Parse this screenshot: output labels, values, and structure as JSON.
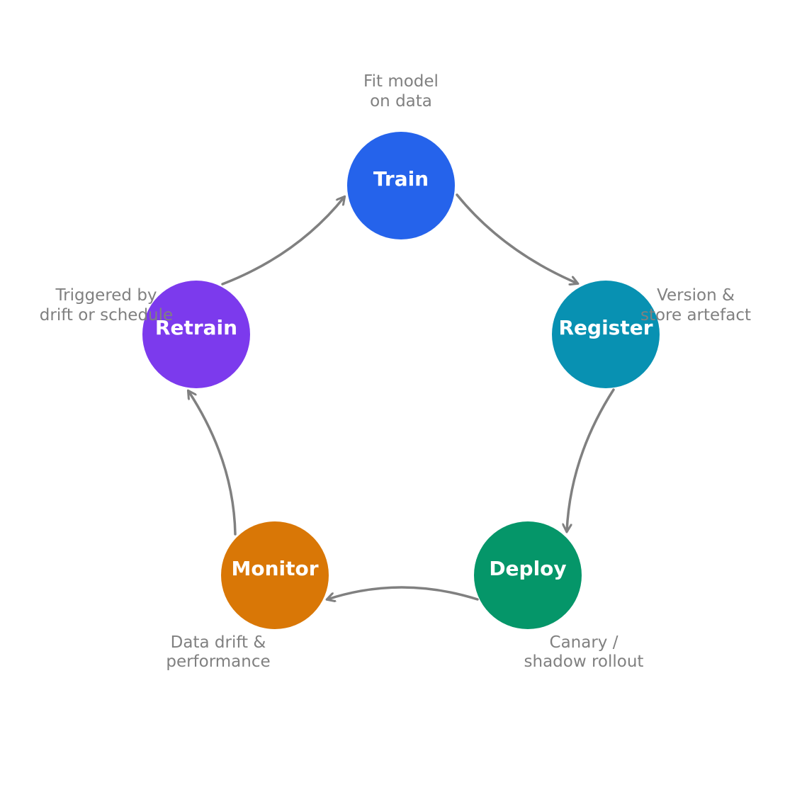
{
  "diagram": {
    "type": "cycle",
    "stroke_color": "#808080",
    "nodes": [
      {
        "id": "train",
        "label": "Train",
        "color": "#2563eb",
        "desc": [
          "Fit model",
          "on data"
        ]
      },
      {
        "id": "register",
        "label": "Register",
        "color": "#0891b2",
        "desc": [
          "Version &",
          "store artefact"
        ]
      },
      {
        "id": "deploy",
        "label": "Deploy",
        "color": "#059669",
        "desc": [
          "Canary /",
          "shadow rollout"
        ]
      },
      {
        "id": "monitor",
        "label": "Monitor",
        "color": "#d97706",
        "desc": [
          "Data drift &",
          "performance"
        ]
      },
      {
        "id": "retrain",
        "label": "Retrain",
        "color": "#7c3aed",
        "desc": [
          "Triggered by",
          "drift or schedule"
        ]
      }
    ],
    "edges": [
      {
        "from": "train",
        "to": "register"
      },
      {
        "from": "register",
        "to": "deploy"
      },
      {
        "from": "deploy",
        "to": "monitor"
      },
      {
        "from": "monitor",
        "to": "retrain"
      },
      {
        "from": "retrain",
        "to": "train"
      }
    ]
  }
}
